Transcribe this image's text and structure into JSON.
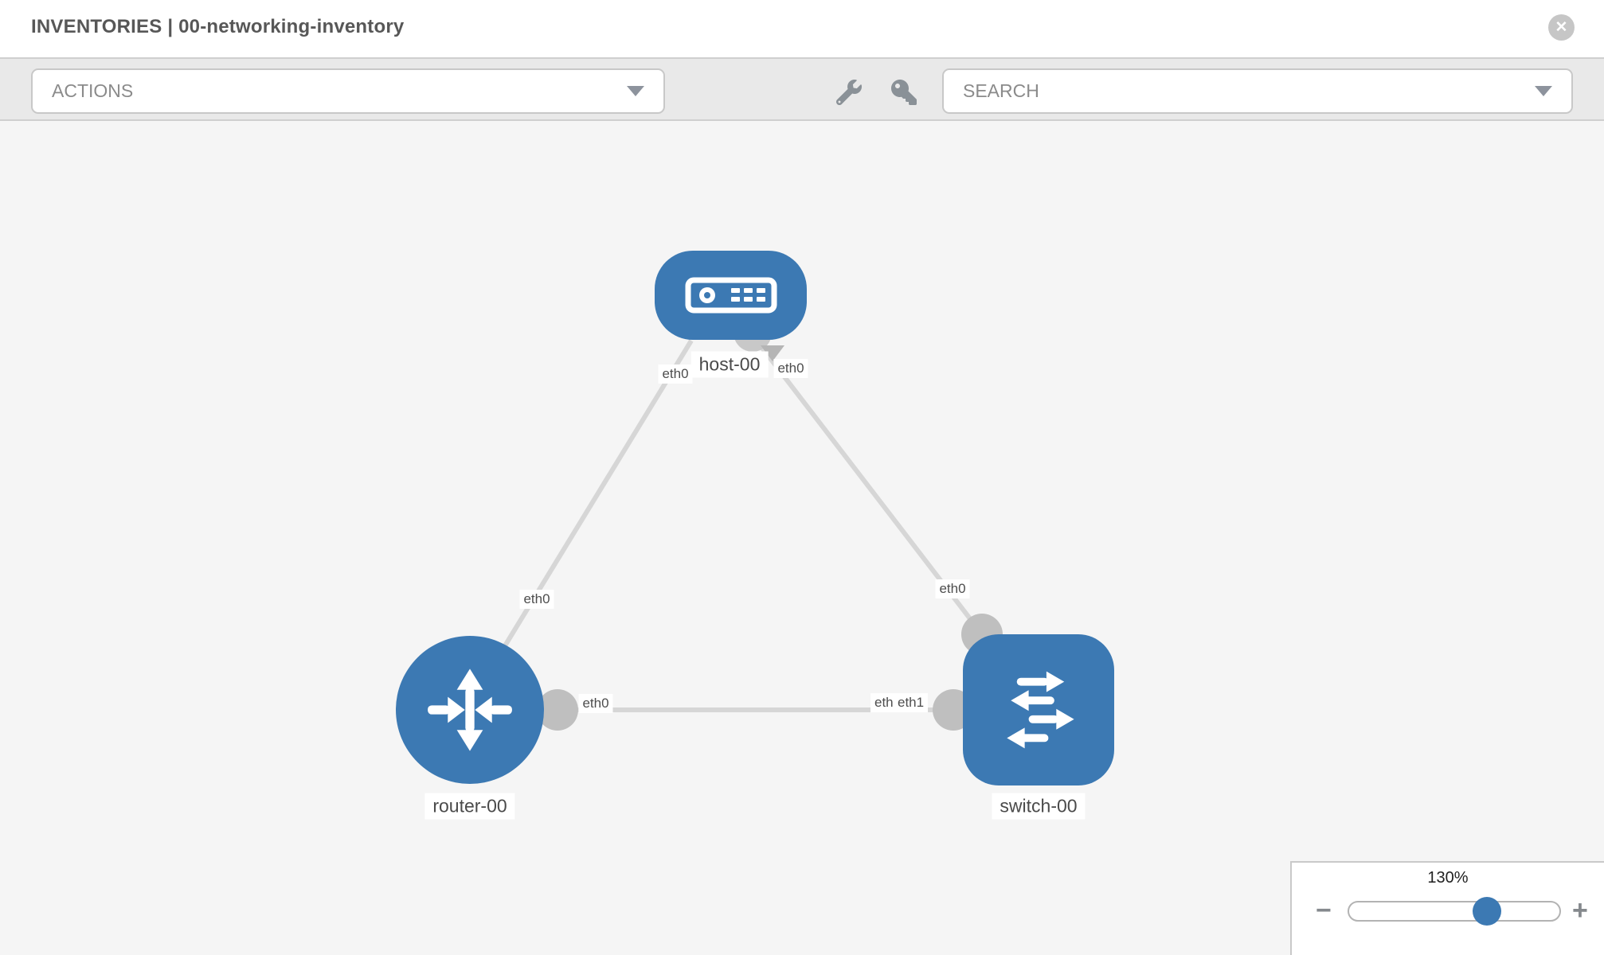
{
  "header": {
    "title": "INVENTORIES | 00-networking-inventory",
    "close_icon": "✕"
  },
  "toolbar": {
    "actions_label": "ACTIONS",
    "search_label": "SEARCH",
    "icons": [
      "wrench-icon",
      "key-icon"
    ]
  },
  "topology": {
    "nodes": [
      {
        "name": "host-00",
        "type": "host"
      },
      {
        "name": "router-00",
        "type": "router"
      },
      {
        "name": "switch-00",
        "type": "switch"
      }
    ],
    "links": [
      {
        "from": "host-00",
        "from_interface": "eth0",
        "to": "router-00",
        "to_interface": "eth0"
      },
      {
        "from": "host-00",
        "from_interface": "eth0",
        "to": "switch-00",
        "to_interface": "eth0"
      },
      {
        "from": "router-00",
        "from_interface": "eth0",
        "to": "switch-00",
        "to_interface": "eth1"
      }
    ],
    "interface_labels": {
      "host_router_host_side": "eth0",
      "host_router_router_side": "eth0",
      "host_switch_host_side": "eth0",
      "host_switch_switch_side": "eth0",
      "router_switch_router_side": "eth0",
      "router_switch_switch_side_back": "eth0",
      "router_switch_switch_side_front": "eth1"
    }
  },
  "zoom_control": {
    "level": "130%",
    "zoom_out": "−",
    "zoom_in": "+"
  },
  "colors": {
    "node_blue": "#3c79b3",
    "link_gray": "#d6d6d6",
    "connector_gray": "#bfbfbf",
    "canvas_bg": "#f5f5f5",
    "toolbar_bg": "#e9e9e9"
  }
}
